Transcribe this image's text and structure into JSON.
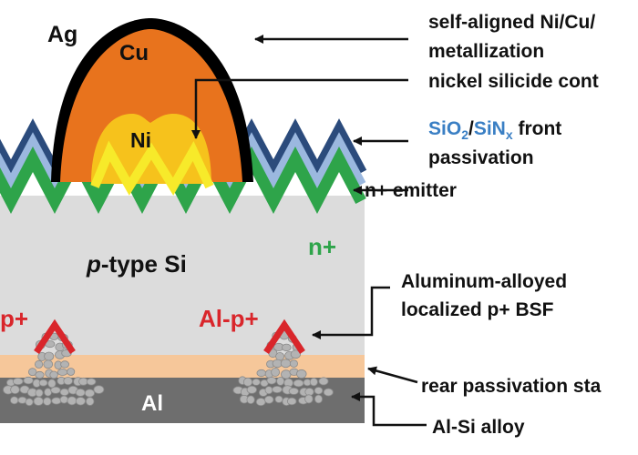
{
  "colors": {
    "silver": "#000000",
    "copper": "#e8731d",
    "nickel": "#f6c21c",
    "silicide": "#f7ea2a",
    "sinx": "#2b4b7c",
    "sio2": "#9bb8df",
    "emitter": "#2ea44a",
    "silicon": "#dcdcdc",
    "al_bsf": "#d9262b",
    "rear_passivation": "#f6c79a",
    "aluminum": "#6e6e6e",
    "particles": "#b3b3b3",
    "label_dark": "#111111",
    "label_blue": "#3a7fc4",
    "label_green": "#2ea44a",
    "label_red": "#d9262b",
    "label_white": "#ffffff"
  },
  "labels": {
    "ag": "Ag",
    "cu": "Cu",
    "ni": "Ni",
    "p_type_prefix": "p",
    "p_type_rest": "-type Si",
    "n_plus": "n+",
    "al_p_plus_left": "p+",
    "al_p_plus_right": "Al-p+",
    "al": "Al"
  },
  "callouts": {
    "metallization_line1": "self-aligned Ni/Cu/",
    "metallization_line2": "metallization",
    "silicide": "nickel silicide cont",
    "passivation_sio2": "SiO",
    "passivation_sio2_sub": "2",
    "passivation_slash": "/",
    "passivation_sin": "SiN",
    "passivation_sin_sub": "x",
    "passivation_front": " front",
    "passivation_line2": "passivation",
    "emitter": "n+ emitter",
    "bsf_line1": "Aluminum-alloyed",
    "bsf_line2": "localized p+ BSF",
    "rear_passivation": "rear passivation sta",
    "alloy": "Al-Si alloy"
  }
}
